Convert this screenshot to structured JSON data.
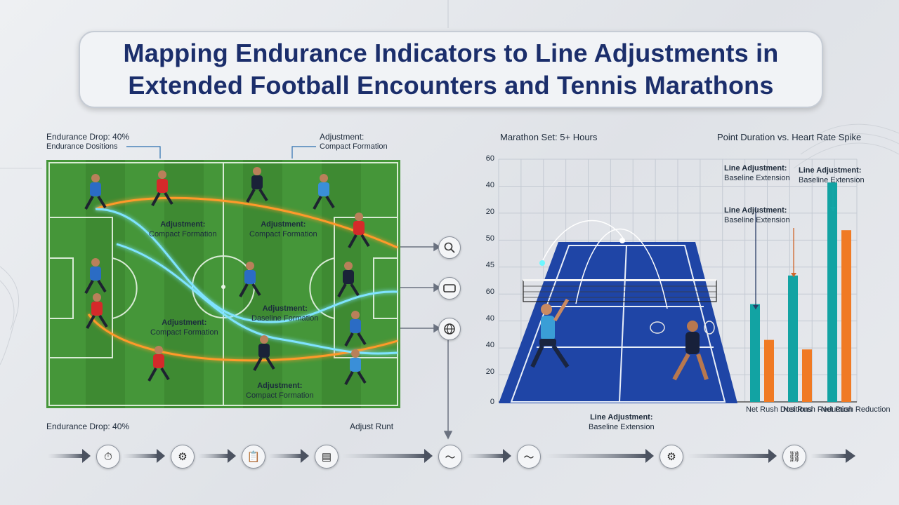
{
  "title": {
    "line1": "Mapping Endurance Indicators to Line Adjustments in",
    "line2": "Extended Football Encounters and Tennis Marathons"
  },
  "football": {
    "top_left_label_1": "Endurance Drop: 40%",
    "top_left_label_2": "Endurance Dositions",
    "top_right_label_1": "Adjustment:",
    "top_right_label_2": "Compact Formation",
    "notes": [
      {
        "head": "Adjustment:",
        "body": "Compact Formation"
      },
      {
        "head": "Adjustment:",
        "body": "Compact Formation"
      },
      {
        "head": "Adjustment:",
        "body": "Daseline Formation"
      },
      {
        "head": "Adjustment:",
        "body": "Compact Formation"
      },
      {
        "head": "Adjustment:",
        "body": "Compact Formation"
      }
    ],
    "bottom_left_label": "Endurance Drop: 40%",
    "bottom_right_label": "Adjust Runt"
  },
  "connector_icons": [
    "search-gear-icon",
    "card-icon",
    "globe-icon"
  ],
  "tennis": {
    "title_left": "Marathon Set: 5+ Hours",
    "title_right": "Point Duration vs. Heart Rate Spike",
    "bottom_annotation_head": "Line Adjustment:",
    "bottom_annotation_body": "Baseline Extension"
  },
  "chart_data": {
    "type": "bar",
    "title": "Point Duration vs. Heart Rate Spike",
    "y_ticks": [
      "60",
      "40",
      "20",
      "50",
      "45",
      "60",
      "40",
      "40",
      "20",
      "0"
    ],
    "categories": [
      "Net Rush Dositions",
      "Net Rush Reduction",
      "Net Rush Reduction"
    ],
    "series": [
      {
        "color": "#12a3a3",
        "values": [
          41,
          53,
          92
        ]
      },
      {
        "color": "#f07a24",
        "values": [
          26,
          22,
          72
        ]
      }
    ],
    "ylim": [
      0,
      100
    ],
    "annotations": [
      {
        "head": "Line Adjustment:",
        "body": "Baseline Extension",
        "color": "#2a3d66"
      },
      {
        "head": "Line Adjustment:",
        "body": "Baseline Extension",
        "color": "#d0662a"
      },
      {
        "head": "Line Adjustment:",
        "body": "Baseline Extension",
        "color": "#14a8a8"
      }
    ],
    "grid": true
  },
  "timeline_icons": [
    "stopwatch-icon",
    "gears-icon",
    "clipboard-icon",
    "chart-board-icon",
    "heartbeat-icon",
    "heartbeat-icon",
    "gear-icon",
    "link-icon"
  ],
  "colors": {
    "title": "#1b2e6b",
    "field": "#3e8a32",
    "court": "#1f45a6",
    "cyan_line": "#7fe3ff",
    "orange_line": "#ff9a2a",
    "teal": "#12a3a3",
    "orange": "#f07a24"
  }
}
